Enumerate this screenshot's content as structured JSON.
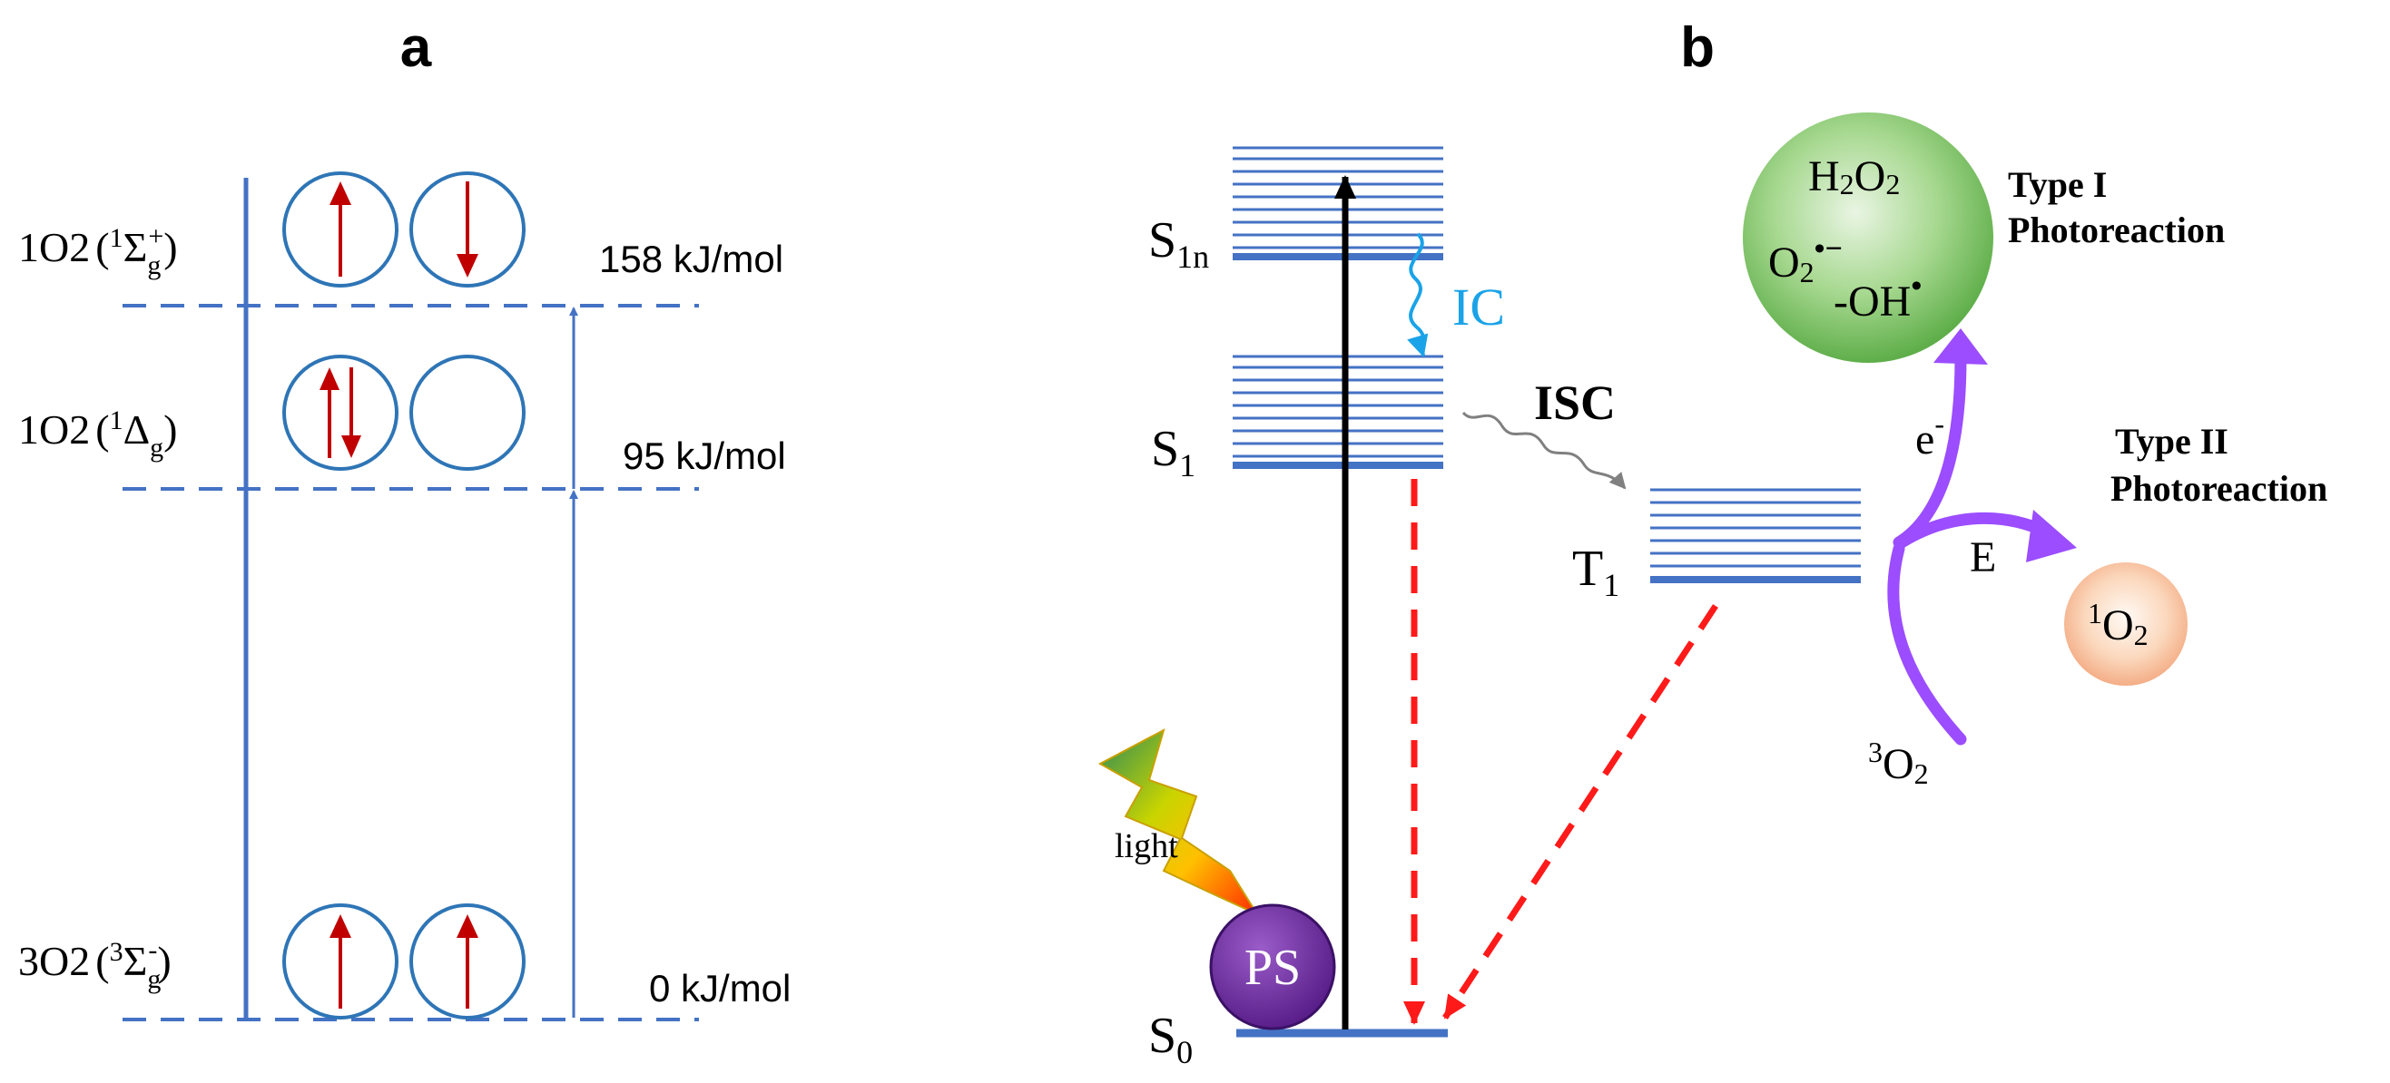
{
  "panel_a": {
    "label": "a",
    "states": [
      {
        "species": "1O2",
        "mult": "1",
        "symbol": "Σ",
        "sub": "g",
        "sup": "+",
        "energy": "158 kJ/mol"
      },
      {
        "species": "1O2",
        "mult": "1",
        "symbol": "Δ",
        "sub": "g",
        "sup": "",
        "energy": "95 kJ/mol"
      },
      {
        "species": "3O2",
        "mult": "3",
        "symbol": "Σ",
        "sub": "g",
        "sup": "-",
        "energy": "0 kJ/mol"
      }
    ]
  },
  "panel_b": {
    "label": "b",
    "S1n": {
      "main": "S",
      "sub": "1n"
    },
    "S1": {
      "main": "S",
      "sub": "1"
    },
    "S0": {
      "main": "S",
      "sub": "0"
    },
    "T1": {
      "main": "T",
      "sub": "1"
    },
    "ic": "IC",
    "isc": "ISC",
    "ps": "PS",
    "light": "light",
    "type1": {
      "line1": "Type I",
      "line2": "Photoreaction"
    },
    "type2": {
      "line1": "Type II",
      "line2": "Photoreaction"
    },
    "h2o2": {
      "h": "H",
      "sub2a": "2",
      "o": "O",
      "sub2b": "2"
    },
    "superoxide": {
      "o": "O",
      "sub": "2",
      "sup": "•−"
    },
    "hydroxyl": {
      "text": "-OH",
      "sup": "•"
    },
    "electron": {
      "e": "e",
      "sup": "-"
    },
    "energy_transfer": "E",
    "singlet_o2": {
      "sup": "1",
      "o": "O",
      "sub": "2"
    },
    "triplet_o2": {
      "sup": "3",
      "o": "O",
      "sub": "2"
    }
  },
  "colors": {
    "level_blue": "#4472c4",
    "spin_red": "#c00000",
    "dashed_red": "#ff1a1a",
    "ic_cyan": "#1aa3e8",
    "purple_arrow": "#9b4dff",
    "ps_purple": "#6a2c9a",
    "green_sphere": "#7cc16a",
    "orange_sphere": "#f4b590"
  }
}
